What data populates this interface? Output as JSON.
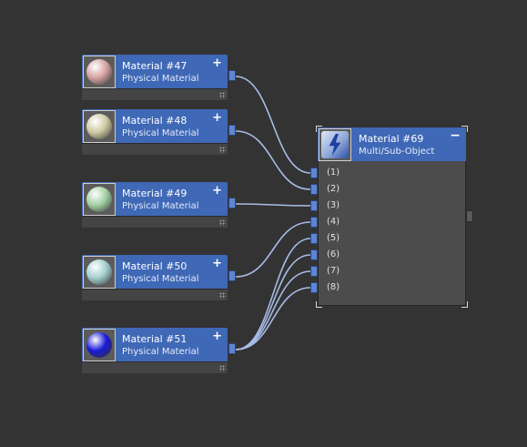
{
  "source_nodes": [
    {
      "title": "Material #47",
      "subtitle": "Physical Material",
      "add_label": "+",
      "sphere_color": "#d6a3a3"
    },
    {
      "title": "Material #48",
      "subtitle": "Physical Material",
      "add_label": "+",
      "sphere_color": "#cfcaa3"
    },
    {
      "title": "Material #49",
      "subtitle": "Physical Material",
      "add_label": "+",
      "sphere_color": "#a3cfa3"
    },
    {
      "title": "Material #50",
      "subtitle": "Physical Material",
      "add_label": "+",
      "sphere_color": "#a3cfcf"
    },
    {
      "title": "Material #51",
      "subtitle": "Physical Material",
      "add_label": "+",
      "sphere_color": "#1a1ad6"
    }
  ],
  "multi_node": {
    "title": "Material #69",
    "subtitle": "Multi/Sub-Object",
    "collapse_label": "−",
    "slots": [
      "(1)",
      "(2)",
      "(3)",
      "(4)",
      "(5)",
      "(6)",
      "(7)",
      "(8)"
    ]
  },
  "connections": [
    {
      "from": 0,
      "to_slot": 0
    },
    {
      "from": 1,
      "to_slot": 1
    },
    {
      "from": 2,
      "to_slot": 2
    },
    {
      "from": 3,
      "to_slot": 3
    },
    {
      "from": 4,
      "to_slot": 4
    },
    {
      "from": 4,
      "to_slot": 5
    },
    {
      "from": 4,
      "to_slot": 6
    },
    {
      "from": 4,
      "to_slot": 7
    }
  ],
  "colors": {
    "background": "#333333",
    "header_blue": "#3f68b6",
    "wire": "#a8bce8",
    "socket": "#5d85d4"
  }
}
